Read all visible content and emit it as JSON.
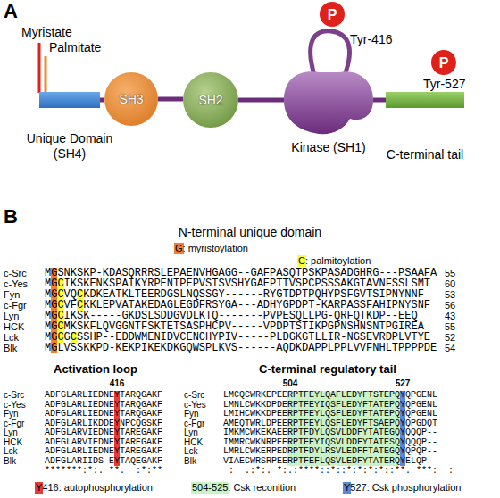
{
  "diagram": {
    "nodes": [
      {
        "text": [
          "Unique Domain (SH4)"
        ]
      },
      {
        "text": [
          "SH3"
        ]
      },
      {
        "text": [
          "SH2"
        ]
      },
      {
        "text": [
          "Kinase (SH1)"
        ]
      },
      {
        "text": [
          "C-terminal tail"
        ]
      },
      {
        "text": [
          "P"
        ]
      },
      {
        "text": [
          "P"
        ]
      }
    ],
    "edges": [
      {
        "from": 0,
        "to": 1,
        "arrow": "none"
      },
      {
        "from": 1,
        "to": 2,
        "arrow": "none"
      },
      {
        "from": 2,
        "to": 3,
        "arrow": "none"
      },
      {
        "from": 3,
        "to": 4,
        "arrow": "none"
      }
    ],
    "labels": [
      "A",
      "Myristate",
      "Palmitate",
      "Tyr-416",
      "Tyr-527",
      "B",
      "N-terminal unique domain",
      "c-Src",
      "MGSNKSKP-KDASQRRRSLEPAENVHGAGG--GAFPASQTPSKPASADGHRG---PSAAFA",
      "55",
      "c-Yes",
      "MGCIKSKENKSPAIKYRPENTPEPVSTSVSHYGAEPTTVSPCPSSSAKGTAVNFSSLSMT",
      "60",
      "Fyn",
      "MGCVQCKDKEATKLTEERDGSLNQSSGY------RYGTDPTPQHYPSFGVTSIPNYNNF",
      "53",
      "c-Fgr",
      "MGCVFCKKLEPVATAKEDAGLEGDFRSYGA---ADHYGPDPT-KARPASSFAHIPNYSNF",
      "56",
      "Lyn",
      "MGCIKSK-----GKDSLSDDGVDLKTQ-------PVPESQLLPG-QRFQTKDP--EEQ",
      "43",
      "HCK",
      "MGCMKSKFLQVGGNTFSKTETSASPHCPV-----VPDPTSTIKPGPNSHNSNTPGIREA",
      "55",
      "Lck",
      "MGCGCSSHP--EDDWMENIDVCENCHYPIV-----PLDGKGTLLIR-NGSEVRDPLVTYE",
      "52",
      "Blk",
      "MGLVSSKKPD-KEKPIKEKDKGQWSPLKVS------AQDKDAPPLPPLVVFNHLTPPPPDE",
      "54",
      "Activation loop",
      "416",
      "C-terminal regulatory tail",
      "504",
      "527",
      "c-Src",
      "ADFGLARLIEDNEYTARQGAKF",
      "c-Src",
      "LMCQCWRKEPEERPTFEYLQAFLEDYFTSTEPQYQPGENL",
      "c-Yes",
      "ADFGLARLIEDNEYTARQGAKF",
      "c-Yes",
      "LMNLCWKKDPDERPTFEYIQSFLEDYFTATEPQYQPGENL",
      "Fyn",
      "ADFGLARLIEDNEYTARQGAKF",
      "Fyn",
      "LMIHCWKKDPEERPTFEYLQSFLEDYFTATEPQYQPGENL",
      "c-Fgr",
      "ADFGLARLIKDDEYNPCQGSKF",
      "c-Fgr",
      "AMEQTWRLDPEERPTFEYLQSFLEDYFTSAEPQYQPGDQT",
      "Lyn",
      "ADFGLARVIEDNEYTAREGAKF",
      "Lyn",
      "IMKMCWKEKAEERPTFDYLQSVLDDFYTATEGQYQQQP--",
      "HCK",
      "ADFGLARVIEDNEYTAREGAKF",
      "HCK",
      "IMMRCWKNRPEERPTFEYIQSVLDDFYTATESQYQQQP--",
      "Lck",
      "ADFGLARLIEDNEYTAREGAKF",
      "Lck",
      "LMRLCWKERPEDRPTFDYLRSVLEDFFTATEGQYQPQP--",
      "Blk",
      "ADFGLARIIDS-EYTAQEGAKF",
      "Blk",
      "VIAECWRSRPEERPTFEFLQSVLEDFYTATERQYELQP--",
      "*******:*:. **.  :*:**",
      " :  .:*:. *:.:****::*::*:*:*:*::**. ***:  :"
    ],
    "legend": [
      {
        "text": "G: myristoylation",
        "color": "#f07f2e"
      },
      {
        "text": "C: palmitoylation",
        "color": "#ffff33"
      },
      {
        "text": "Y416: autophosphorylation",
        "color": "#e8393b"
      },
      {
        "text": "504-525: Csk reconition",
        "color": "#c9f2c9"
      },
      {
        "text": "Y527: Csk phosphorylation",
        "color": "#5b86e0"
      }
    ]
  }
}
